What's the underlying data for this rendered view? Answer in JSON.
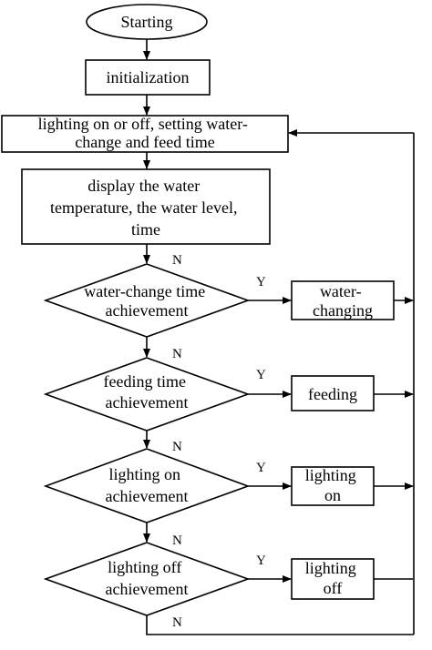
{
  "nodes": {
    "start": {
      "lines": [
        "Starting"
      ]
    },
    "init": {
      "lines": [
        "initialization"
      ]
    },
    "setting": {
      "lines": [
        "lighting on or off, setting water-",
        "change and feed time"
      ]
    },
    "display": {
      "lines": [
        "display the water",
        "temperature, the water level,",
        "time"
      ]
    },
    "d_water": {
      "lines": [
        "water-change time",
        "achievement"
      ]
    },
    "a_water": {
      "lines": [
        "water-",
        "changing"
      ]
    },
    "d_feed": {
      "lines": [
        "feeding time",
        "achievement"
      ]
    },
    "a_feed": {
      "lines": [
        "feeding"
      ]
    },
    "d_on": {
      "lines": [
        "lighting on",
        "achievement"
      ]
    },
    "a_on": {
      "lines": [
        "lighting",
        "on"
      ]
    },
    "d_off": {
      "lines": [
        "lighting off",
        "achievement"
      ]
    },
    "a_off": {
      "lines": [
        "lighting",
        "off"
      ]
    }
  },
  "branch_labels": {
    "yes": "Y",
    "no": "N"
  }
}
